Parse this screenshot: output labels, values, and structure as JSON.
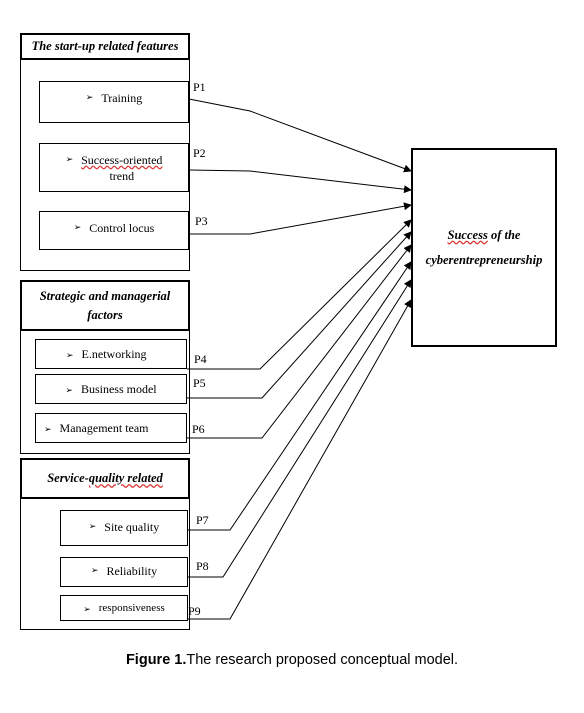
{
  "groups": [
    {
      "title": "The start-up related features",
      "title_underlined": ""
    },
    {
      "title_line1": "Strategic and managerial",
      "title_line2": "factors"
    },
    {
      "title_prefix": "Service-",
      "title_underlined": "quality related"
    }
  ],
  "items": {
    "training": "Training",
    "success_trend_line1": "Success-oriented",
    "success_trend_line2": "trend",
    "control_locus": "Control locus",
    "enetworking": "E.networking",
    "business_model": "Business model",
    "management_team": "Management team",
    "site_quality": "Site quality",
    "reliability": "Reliability",
    "responsiveness": "responsiveness"
  },
  "propositions": [
    "P1",
    "P2",
    "P3",
    "P4",
    "P5",
    "P6",
    "P7",
    "P8",
    "P9"
  ],
  "target": {
    "line1": "Success",
    "line1_rest": " of the",
    "line2": "cyberentrepreneurship"
  },
  "caption": {
    "label": "Figure 1.",
    "text": "The research proposed conceptual model."
  },
  "bullet_glyph": "➢"
}
